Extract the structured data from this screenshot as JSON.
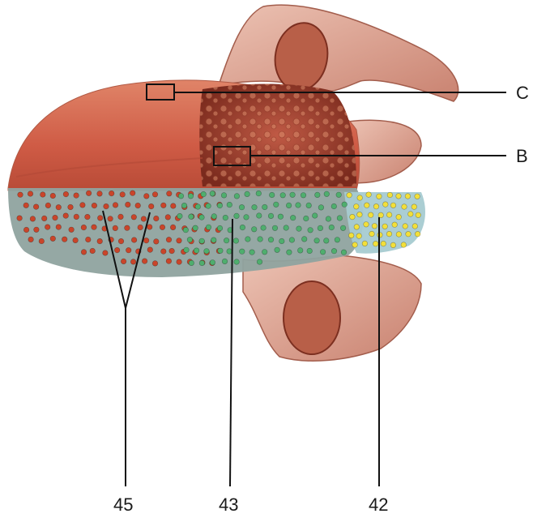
{
  "labels": {
    "c": "C",
    "b": "B",
    "n45": "45",
    "n43": "43",
    "n42": "42"
  },
  "colors": {
    "tongue": "#d3644e",
    "tongue_dark": "#9e3b2a",
    "mucosa": "#dfa795",
    "overlay": "#8fa5a2",
    "overlay_right": "#a9cfd6",
    "dot_red": "#c9452a",
    "dot_green": "#4fae6e",
    "dot_yellow": "#f2df3a",
    "line": "#111111"
  }
}
